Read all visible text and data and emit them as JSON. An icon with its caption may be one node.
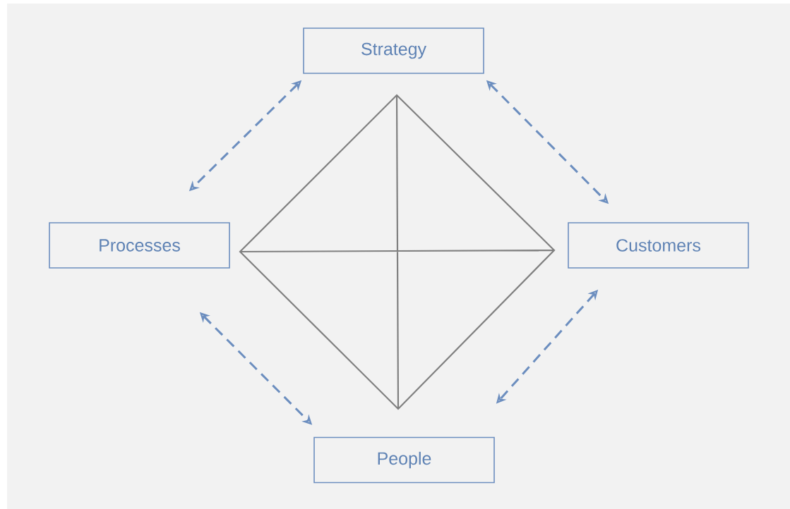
{
  "diagram": {
    "nodes": [
      {
        "text": [
          "Strategy"
        ]
      },
      {
        "text": [
          "Processes"
        ]
      },
      {
        "text": [
          "Customers"
        ]
      },
      {
        "text": [
          "People"
        ]
      }
    ],
    "edges": [
      {
        "from": 0,
        "to": 1,
        "arrow": "both",
        "style": "dashed"
      },
      {
        "from": 0,
        "to": 2,
        "arrow": "both",
        "style": "dashed"
      },
      {
        "from": 1,
        "to": 3,
        "arrow": "both",
        "style": "dashed"
      },
      {
        "from": 2,
        "to": 3,
        "arrow": "both",
        "style": "dashed"
      }
    ]
  }
}
